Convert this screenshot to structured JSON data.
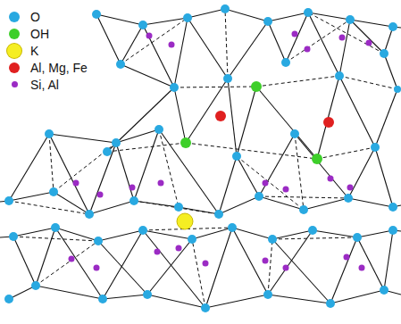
{
  "diagram": {
    "legend": [
      {
        "text": "O",
        "color": "#29a9e1"
      },
      {
        "text": "OH",
        "color": "#3ecf2a"
      },
      {
        "text": "K",
        "color": "#f5ee23"
      },
      {
        "text": "Al, Mg, Fe",
        "color": "#e02020"
      },
      {
        "text": "Si, Al",
        "color": "#9b2bc4"
      }
    ]
  }
}
